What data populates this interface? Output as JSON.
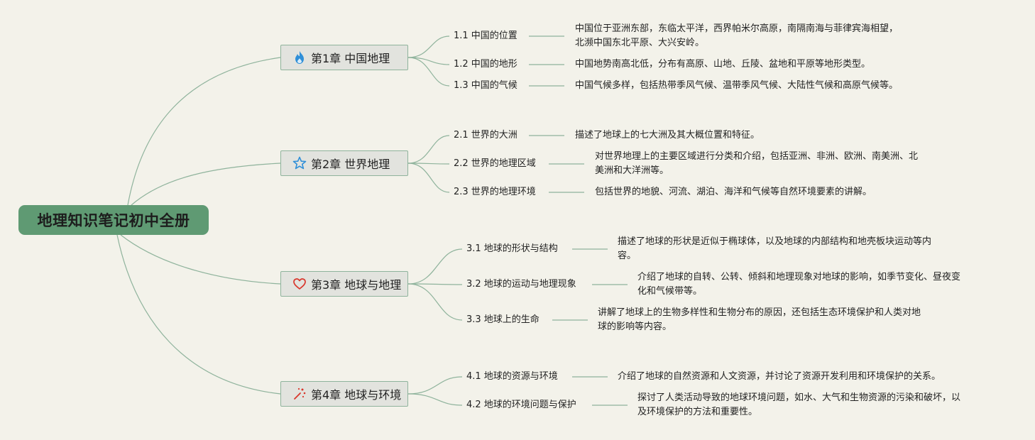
{
  "root": {
    "title": "地理知识笔记初中全册"
  },
  "chapters": [
    {
      "label": "第1章 中国地理",
      "icon": "flame-icon",
      "sections": [
        {
          "label": "1.1 中国的位置",
          "desc_lines": [
            "中国位于亚洲东部，东临太平洋，西界帕米尔高原，南隔南海与菲律宾海相望，",
            "北濒中国东北平原、大兴安岭。"
          ]
        },
        {
          "label": "1.2 中国的地形",
          "desc_lines": [
            "中国地势南高北低，分布有高原、山地、丘陵、盆地和平原等地形类型。"
          ]
        },
        {
          "label": "1.3 中国的气候",
          "desc_lines": [
            "中国气候多样，包括热带季风气候、温带季风气候、大陆性气候和高原气候等。"
          ]
        }
      ]
    },
    {
      "label": "第2章 世界地理",
      "icon": "star-icon",
      "sections": [
        {
          "label": "2.1 世界的大洲",
          "desc_lines": [
            "描述了地球上的七大洲及其大概位置和特征。"
          ]
        },
        {
          "label": "2.2 世界的地理区域",
          "desc_lines": [
            "对世界地理上的主要区域进行分类和介绍，包括亚洲、非洲、欧洲、南美洲、北",
            "美洲和大洋洲等。"
          ]
        },
        {
          "label": "2.3 世界的地理环境",
          "desc_lines": [
            "包括世界的地貌、河流、湖泊、海洋和气候等自然环境要素的讲解。"
          ]
        }
      ]
    },
    {
      "label": "第3章 地球与地理",
      "icon": "heart-icon",
      "sections": [
        {
          "label": "3.1 地球的形状与结构",
          "desc_lines": [
            "描述了地球的形状是近似于椭球体，以及地球的内部结构和地壳板块运动等内",
            "容。"
          ]
        },
        {
          "label": "3.2 地球的运动与地理现象",
          "desc_lines": [
            "介绍了地球的自转、公转、倾斜和地理现象对地球的影响，如季节变化、昼夜变",
            "化和气候带等。"
          ]
        },
        {
          "label": "3.3 地球上的生命",
          "desc_lines": [
            "讲解了地球上的生物多样性和生物分布的原因，还包括生态环境保护和人类对地",
            "球的影响等内容。"
          ]
        }
      ]
    },
    {
      "label": "第4章 地球与环境",
      "icon": "sparkle-icon",
      "sections": [
        {
          "label": "4.1 地球的资源与环境",
          "desc_lines": [
            "介绍了地球的自然资源和人文资源，并讨论了资源开发利用和环境保护的关系。"
          ]
        },
        {
          "label": "4.2 地球的环境问题与保护",
          "desc_lines": [
            "探讨了人类活动导致的地球环境问题，如水、大气和生物资源的污染和破坏，以",
            "及环境保护的方法和重要性。"
          ]
        }
      ]
    }
  ],
  "colors": {
    "line": "#8fb39c",
    "root": "#5f9a73",
    "flame": "#2f8fd8",
    "star": "#2f8fd8",
    "heart": "#d9362b",
    "sparkle": "#d9362b"
  }
}
